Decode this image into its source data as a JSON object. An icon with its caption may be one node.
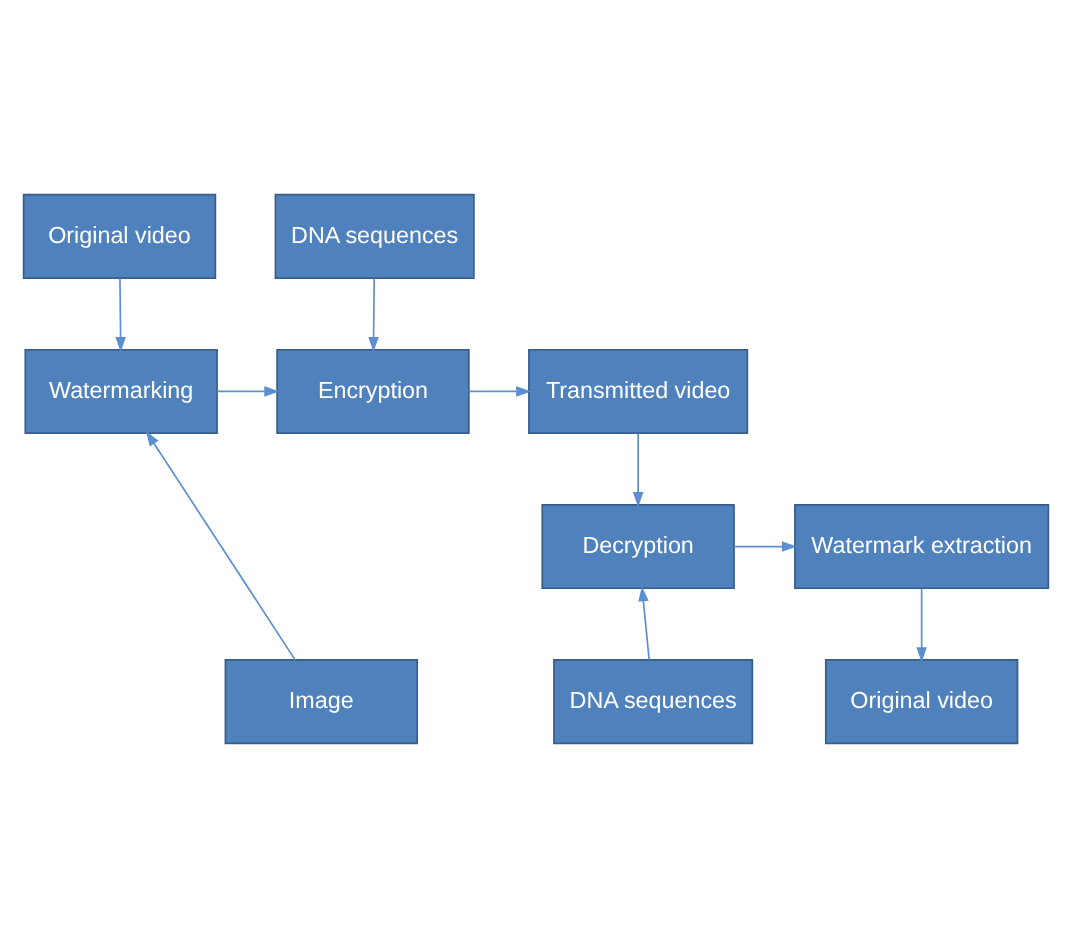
{
  "diagram": {
    "nodes": [
      {
        "text": [
          "Original video"
        ]
      },
      {
        "text": [
          "DNA sequences"
        ]
      },
      {
        "text": [
          "Watermarking"
        ]
      },
      {
        "text": [
          "Encryption"
        ]
      },
      {
        "text": [
          "Transmitted video"
        ]
      },
      {
        "text": [
          "Watermark extraction"
        ]
      },
      {
        "text": [
          "Decryption"
        ]
      },
      {
        "text": [
          "Image"
        ]
      },
      {
        "text": [
          "Original video"
        ]
      },
      {
        "text": [
          "DNA sequences"
        ]
      }
    ],
    "edges": [
      {
        "from": 0,
        "to": 2,
        "arrow": "to"
      },
      {
        "from": 7,
        "to": 2,
        "arrow": "to"
      },
      {
        "from": 2,
        "to": 3,
        "arrow": "to"
      },
      {
        "from": 1,
        "to": 3,
        "arrow": "to"
      },
      {
        "from": 3,
        "to": 4,
        "arrow": "to"
      },
      {
        "from": 4,
        "to": 6,
        "arrow": "to"
      },
      {
        "from": 9,
        "to": 6,
        "arrow": "to"
      },
      {
        "from": 6,
        "to": 5,
        "arrow": "to"
      },
      {
        "from": 5,
        "to": 8,
        "arrow": "to"
      }
    ]
  }
}
